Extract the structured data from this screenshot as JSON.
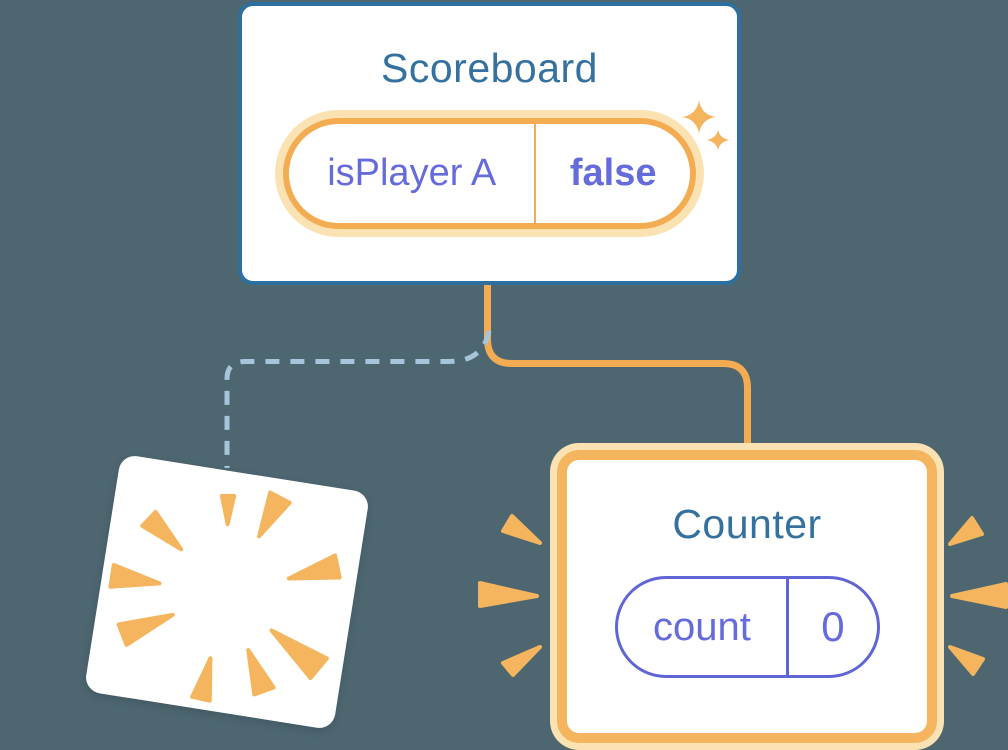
{
  "scoreboard": {
    "title": "Scoreboard",
    "state": {
      "name": "isPlayer A",
      "value": "false"
    }
  },
  "counter": {
    "title": "Counter",
    "state": {
      "name": "count",
      "value": "0"
    }
  },
  "icons": {
    "sparkles": "sparkles-icon",
    "poof_burst": "poof-burst-icon",
    "emphasis_rays": "emphasis-rays-icon"
  },
  "colors": {
    "background": "#4D6670",
    "card-border-blue": "#2D6F9E",
    "title-blue": "#35719F",
    "state-purple": "#666BDB",
    "pill-purple": "#5F65D4",
    "accent-orange": "#F3AC52",
    "accent-orange-soft": "#F5B55E",
    "accent-orange-light": "#FBE2B3",
    "dash-blue": "#A6C4DA",
    "card-white": "#FFFFFF"
  }
}
